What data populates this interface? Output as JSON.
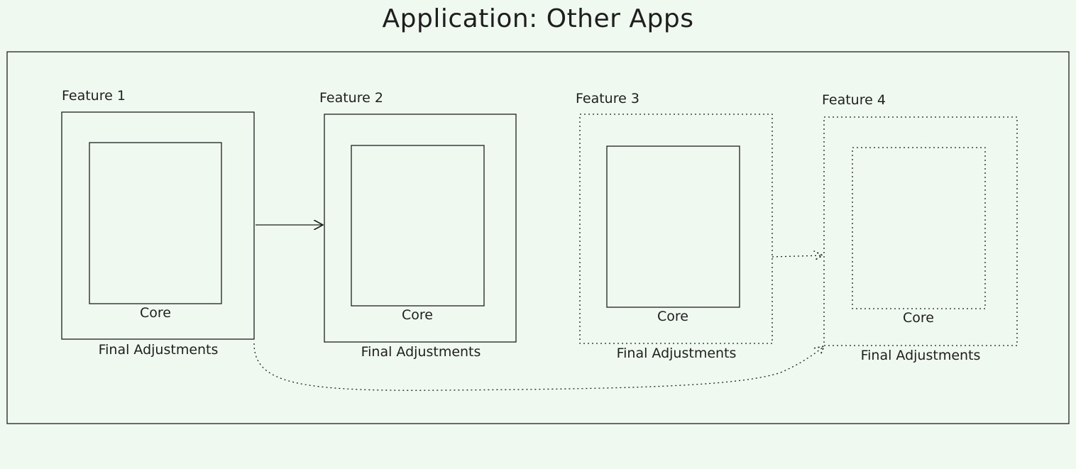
{
  "title": "Application: Other Apps",
  "features": [
    {
      "label": "Feature 1",
      "core": "Core",
      "final": "Final Adjustments",
      "outer_style": "solid",
      "inner_style": "solid"
    },
    {
      "label": "Feature 2",
      "core": "Core",
      "final": "Final Adjustments",
      "outer_style": "solid",
      "inner_style": "solid"
    },
    {
      "label": "Feature 3",
      "core": "Core",
      "final": "Final Adjustments",
      "outer_style": "dashed",
      "inner_style": "solid"
    },
    {
      "label": "Feature 4",
      "core": "Core",
      "final": "Final Adjustments",
      "outer_style": "dashed",
      "inner_style": "dashed"
    }
  ],
  "connections": [
    {
      "from": "Feature 1",
      "to": "Feature 2",
      "style": "solid"
    },
    {
      "from": "Feature 3",
      "to": "Feature 4",
      "style": "dashed"
    },
    {
      "from": "Feature 1",
      "to": "Feature 4",
      "style": "dashed"
    }
  ],
  "colors": {
    "background": "#f0f9ef",
    "stroke": "#1e1e1e"
  }
}
